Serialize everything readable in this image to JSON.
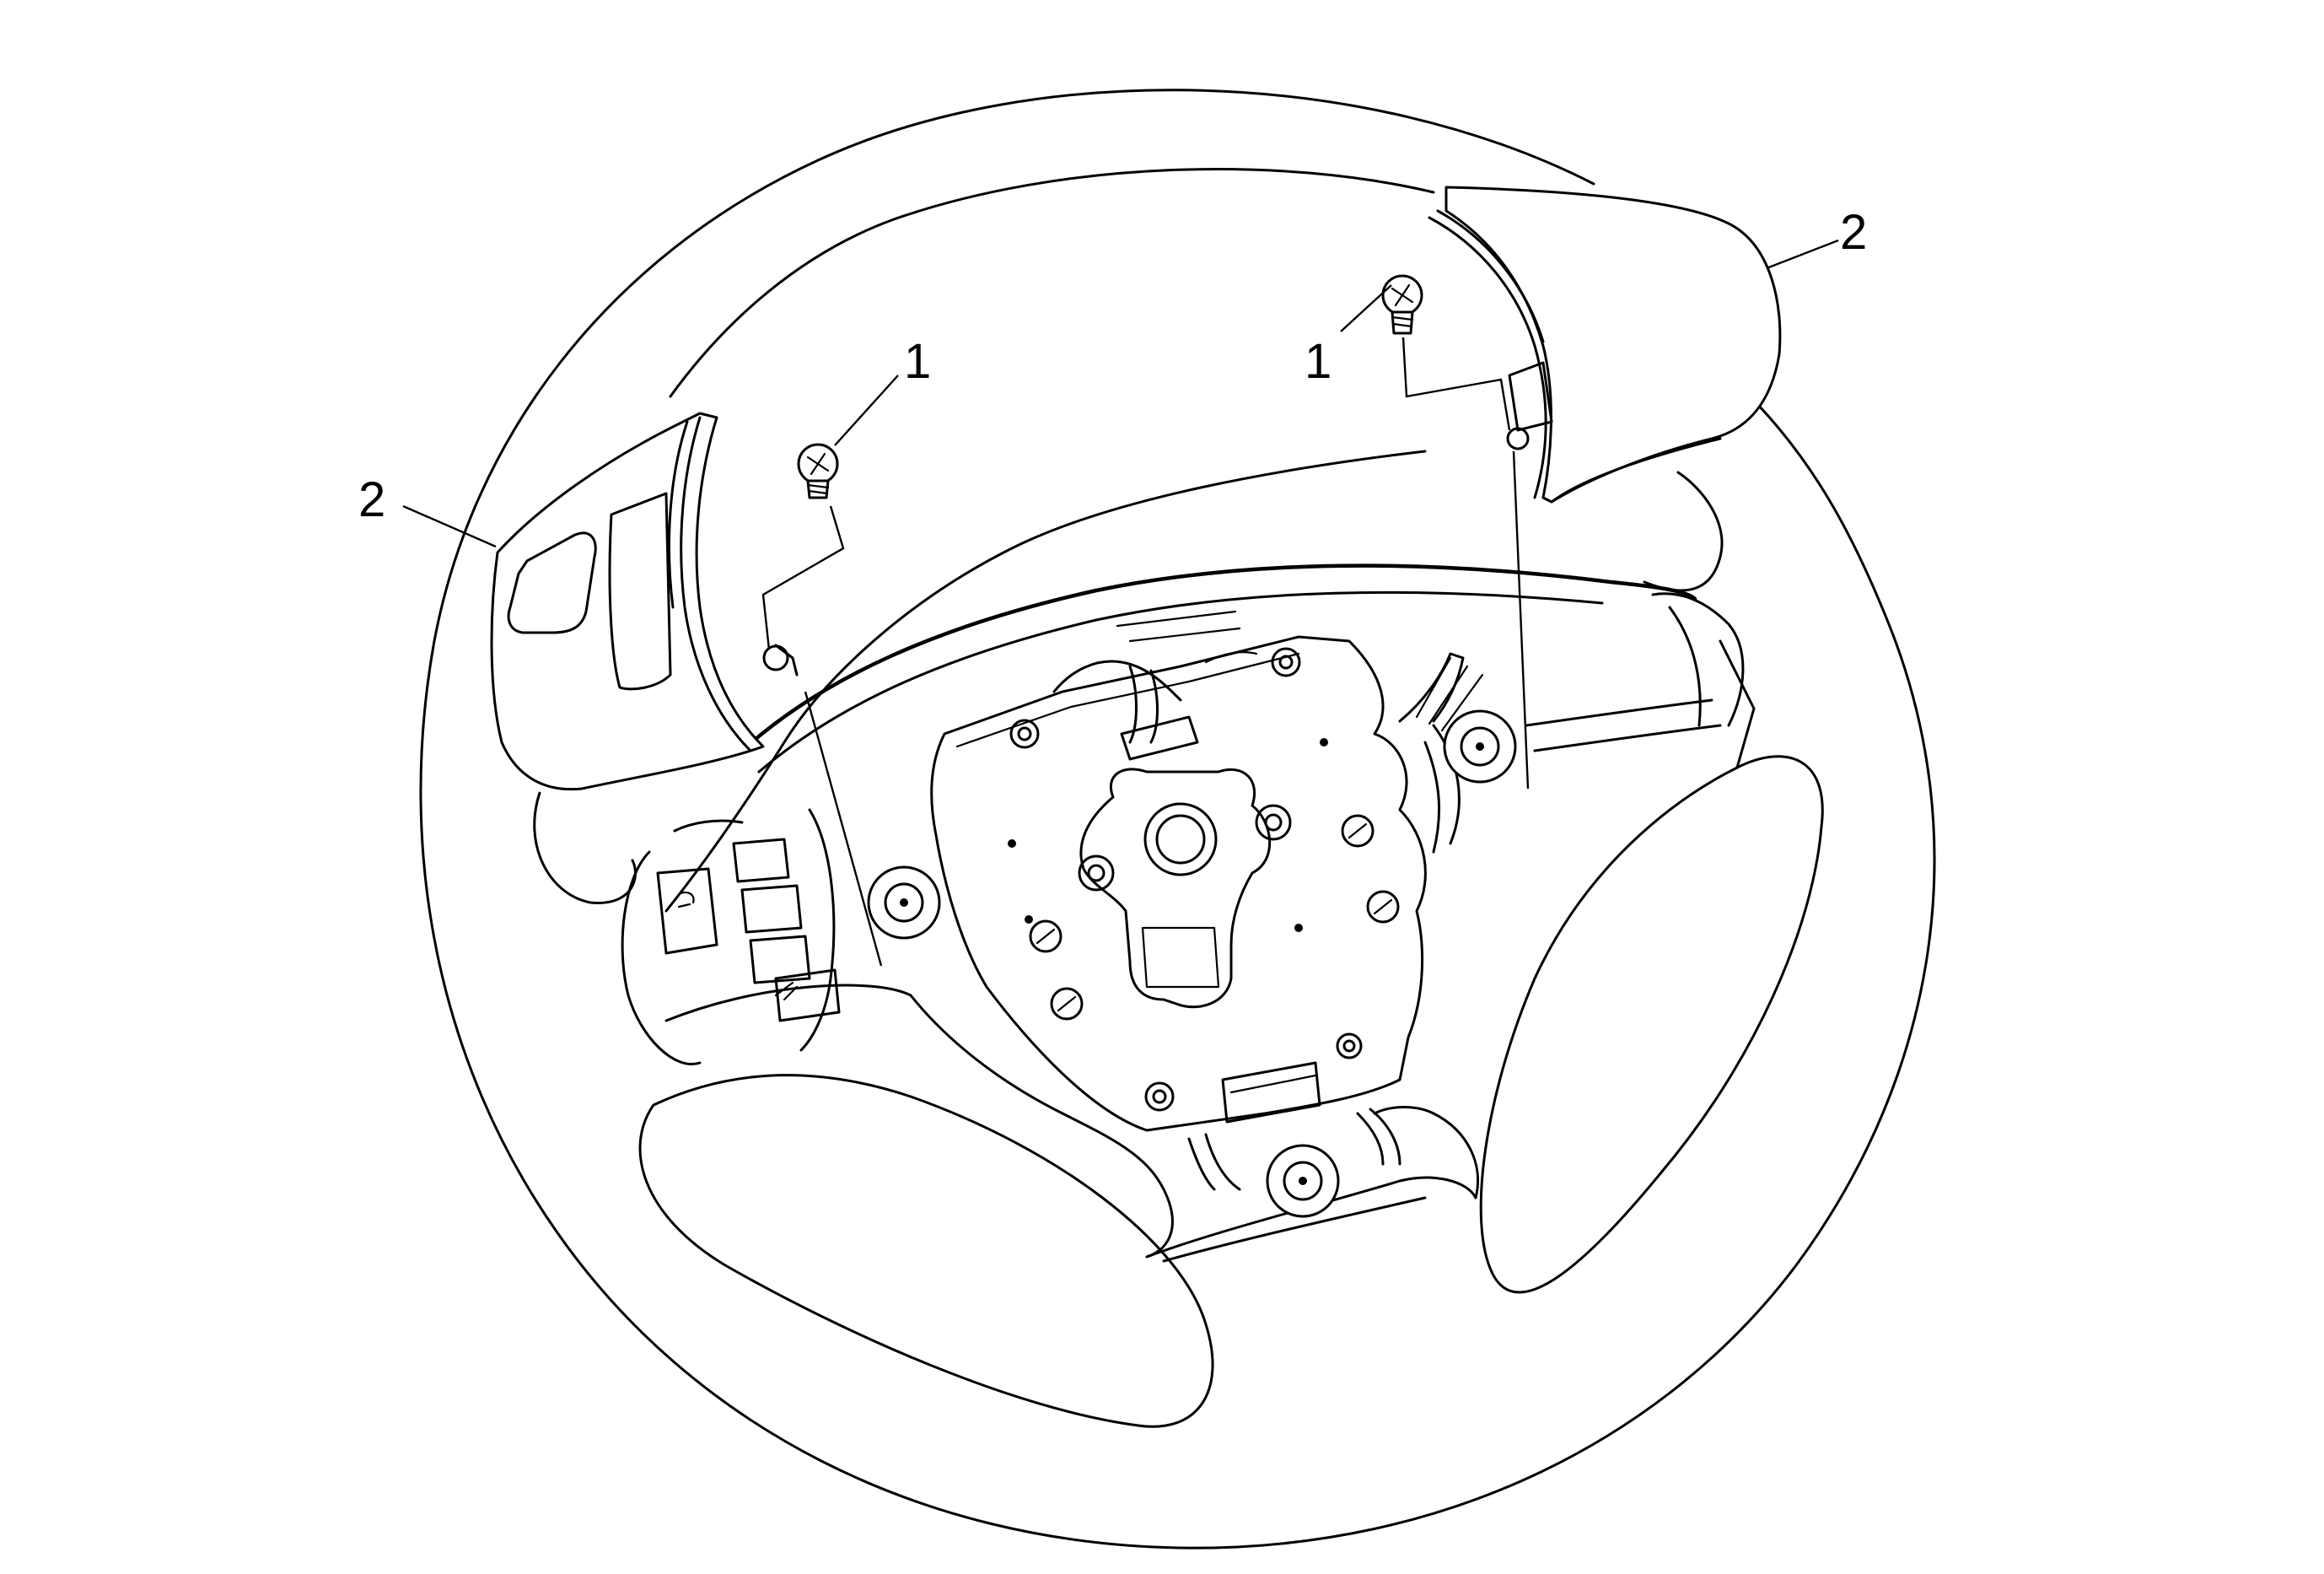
{
  "callouts": {
    "screw_left": "1",
    "screw_right": "1",
    "switch_left": "2",
    "switch_right": "2"
  },
  "icons": {
    "screw": "screw-icon",
    "steering_wheel": "steering-wheel-icon"
  },
  "colors": {
    "ink": "#000000",
    "paper": "#ffffff"
  }
}
